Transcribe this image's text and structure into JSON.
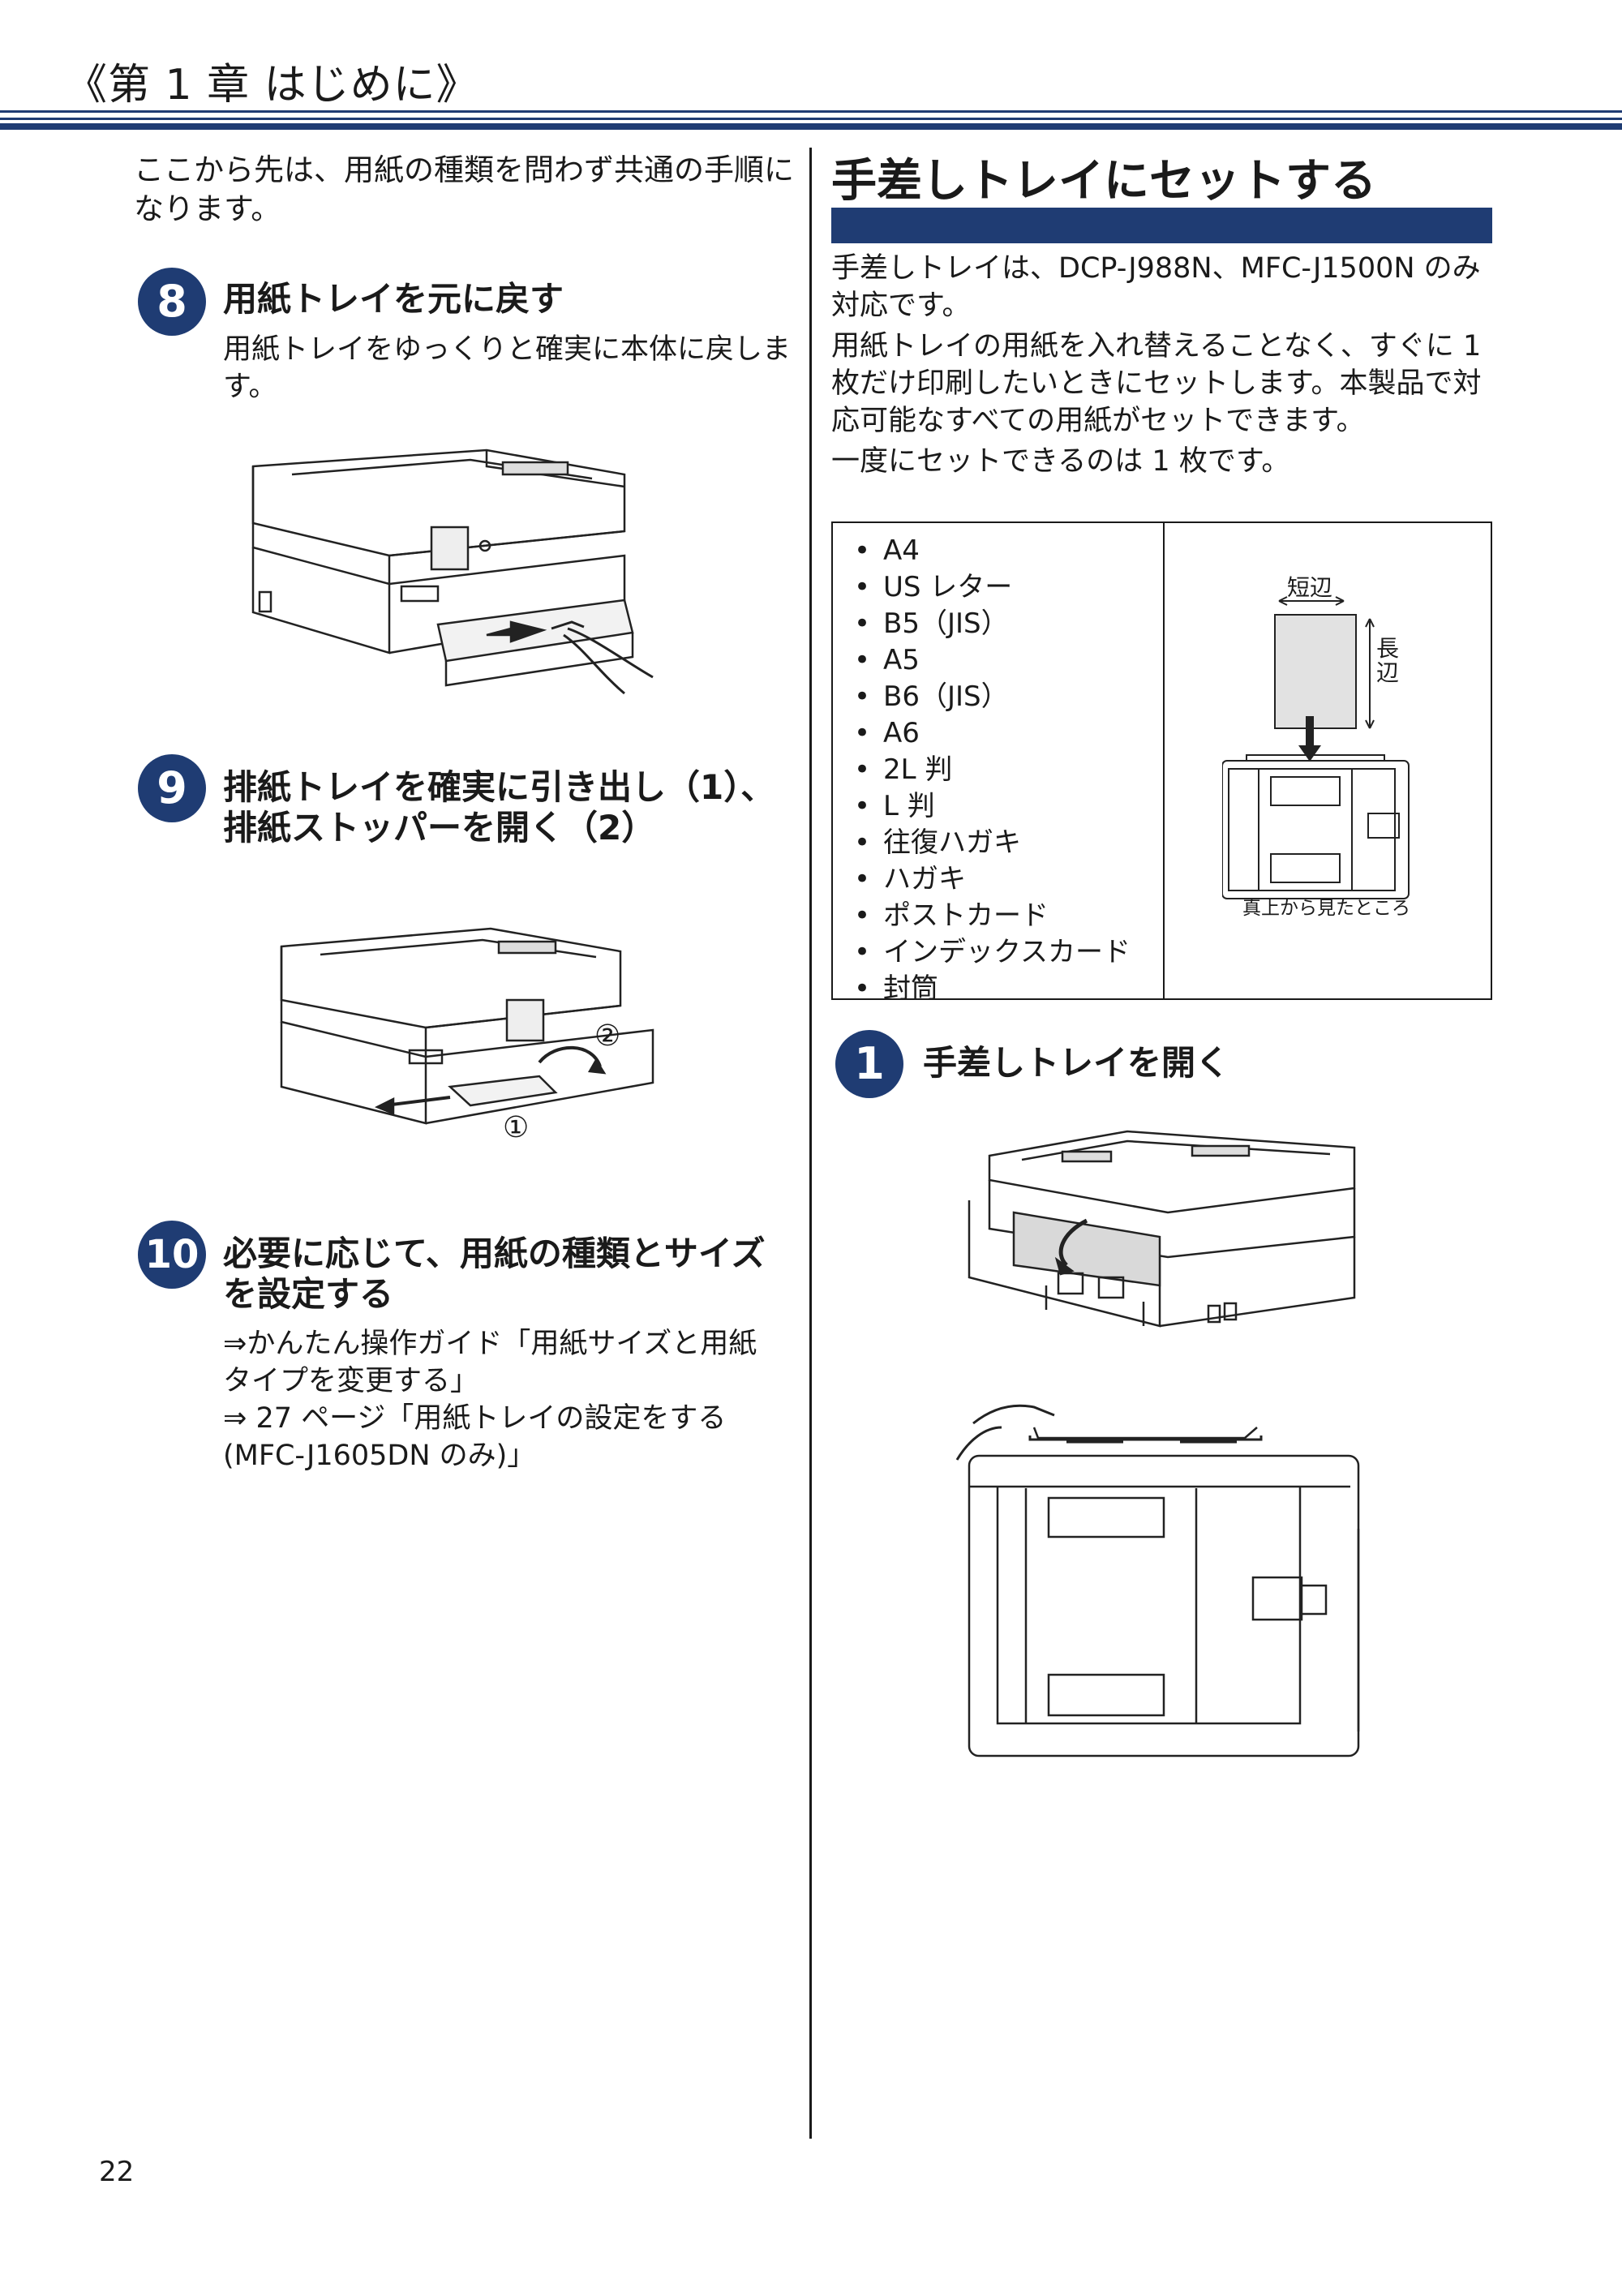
{
  "header": {
    "chapter": "《第 1 章 はじめに》"
  },
  "intro": "ここから先は、用紙の種類を問わず共通の手順になります。",
  "steps_left": [
    {
      "number": "8",
      "title": "用紙トレイを元に戻す",
      "body": "用紙トレイをゆっくりと確実に本体に戻します。"
    },
    {
      "number": "9",
      "title_line1": "排紙トレイを確実に引き出し（1）、",
      "title_line2": "排紙ストッパーを開く（2）",
      "callouts": [
        "①",
        "②"
      ]
    },
    {
      "number": "10",
      "title_line1": "必要に応じて、用紙の種類とサイズ",
      "title_line2": "を設定する",
      "refs": [
        "⇒かんたん操作ガイド「用紙サイズと用紙",
        "タイプを変更する」",
        "⇒ 27 ページ「用紙トレイの設定をする",
        "(MFC-J1605DN のみ)」"
      ]
    }
  ],
  "section": {
    "title": "手差しトレイにセットする",
    "para1": "手差しトレイは、DCP-J988N、MFC-J1500N のみ対応です。",
    "para2": "用紙トレイの用紙を入れ替えることなく、すぐに 1 枚だけ印刷したいときにセットします。本製品で対応可能なすべての用紙がセットできます。",
    "para3": "一度にセットできるのは 1 枚です。",
    "paper_types": [
      "A4",
      "US レター",
      "B5（JIS）",
      "A5",
      "B6（JIS）",
      "A6",
      "2L 判",
      "L 判",
      "往復ハガキ",
      "ハガキ",
      "ポストカード",
      "インデックスカード",
      "封筒"
    ],
    "diagram": {
      "short_edge": "短辺",
      "long_edge_1": "長",
      "long_edge_2": "辺",
      "caption": "真上から見たところ"
    },
    "step1": {
      "number": "1",
      "title": "手差しトレイを開く"
    }
  },
  "page_number": "22"
}
